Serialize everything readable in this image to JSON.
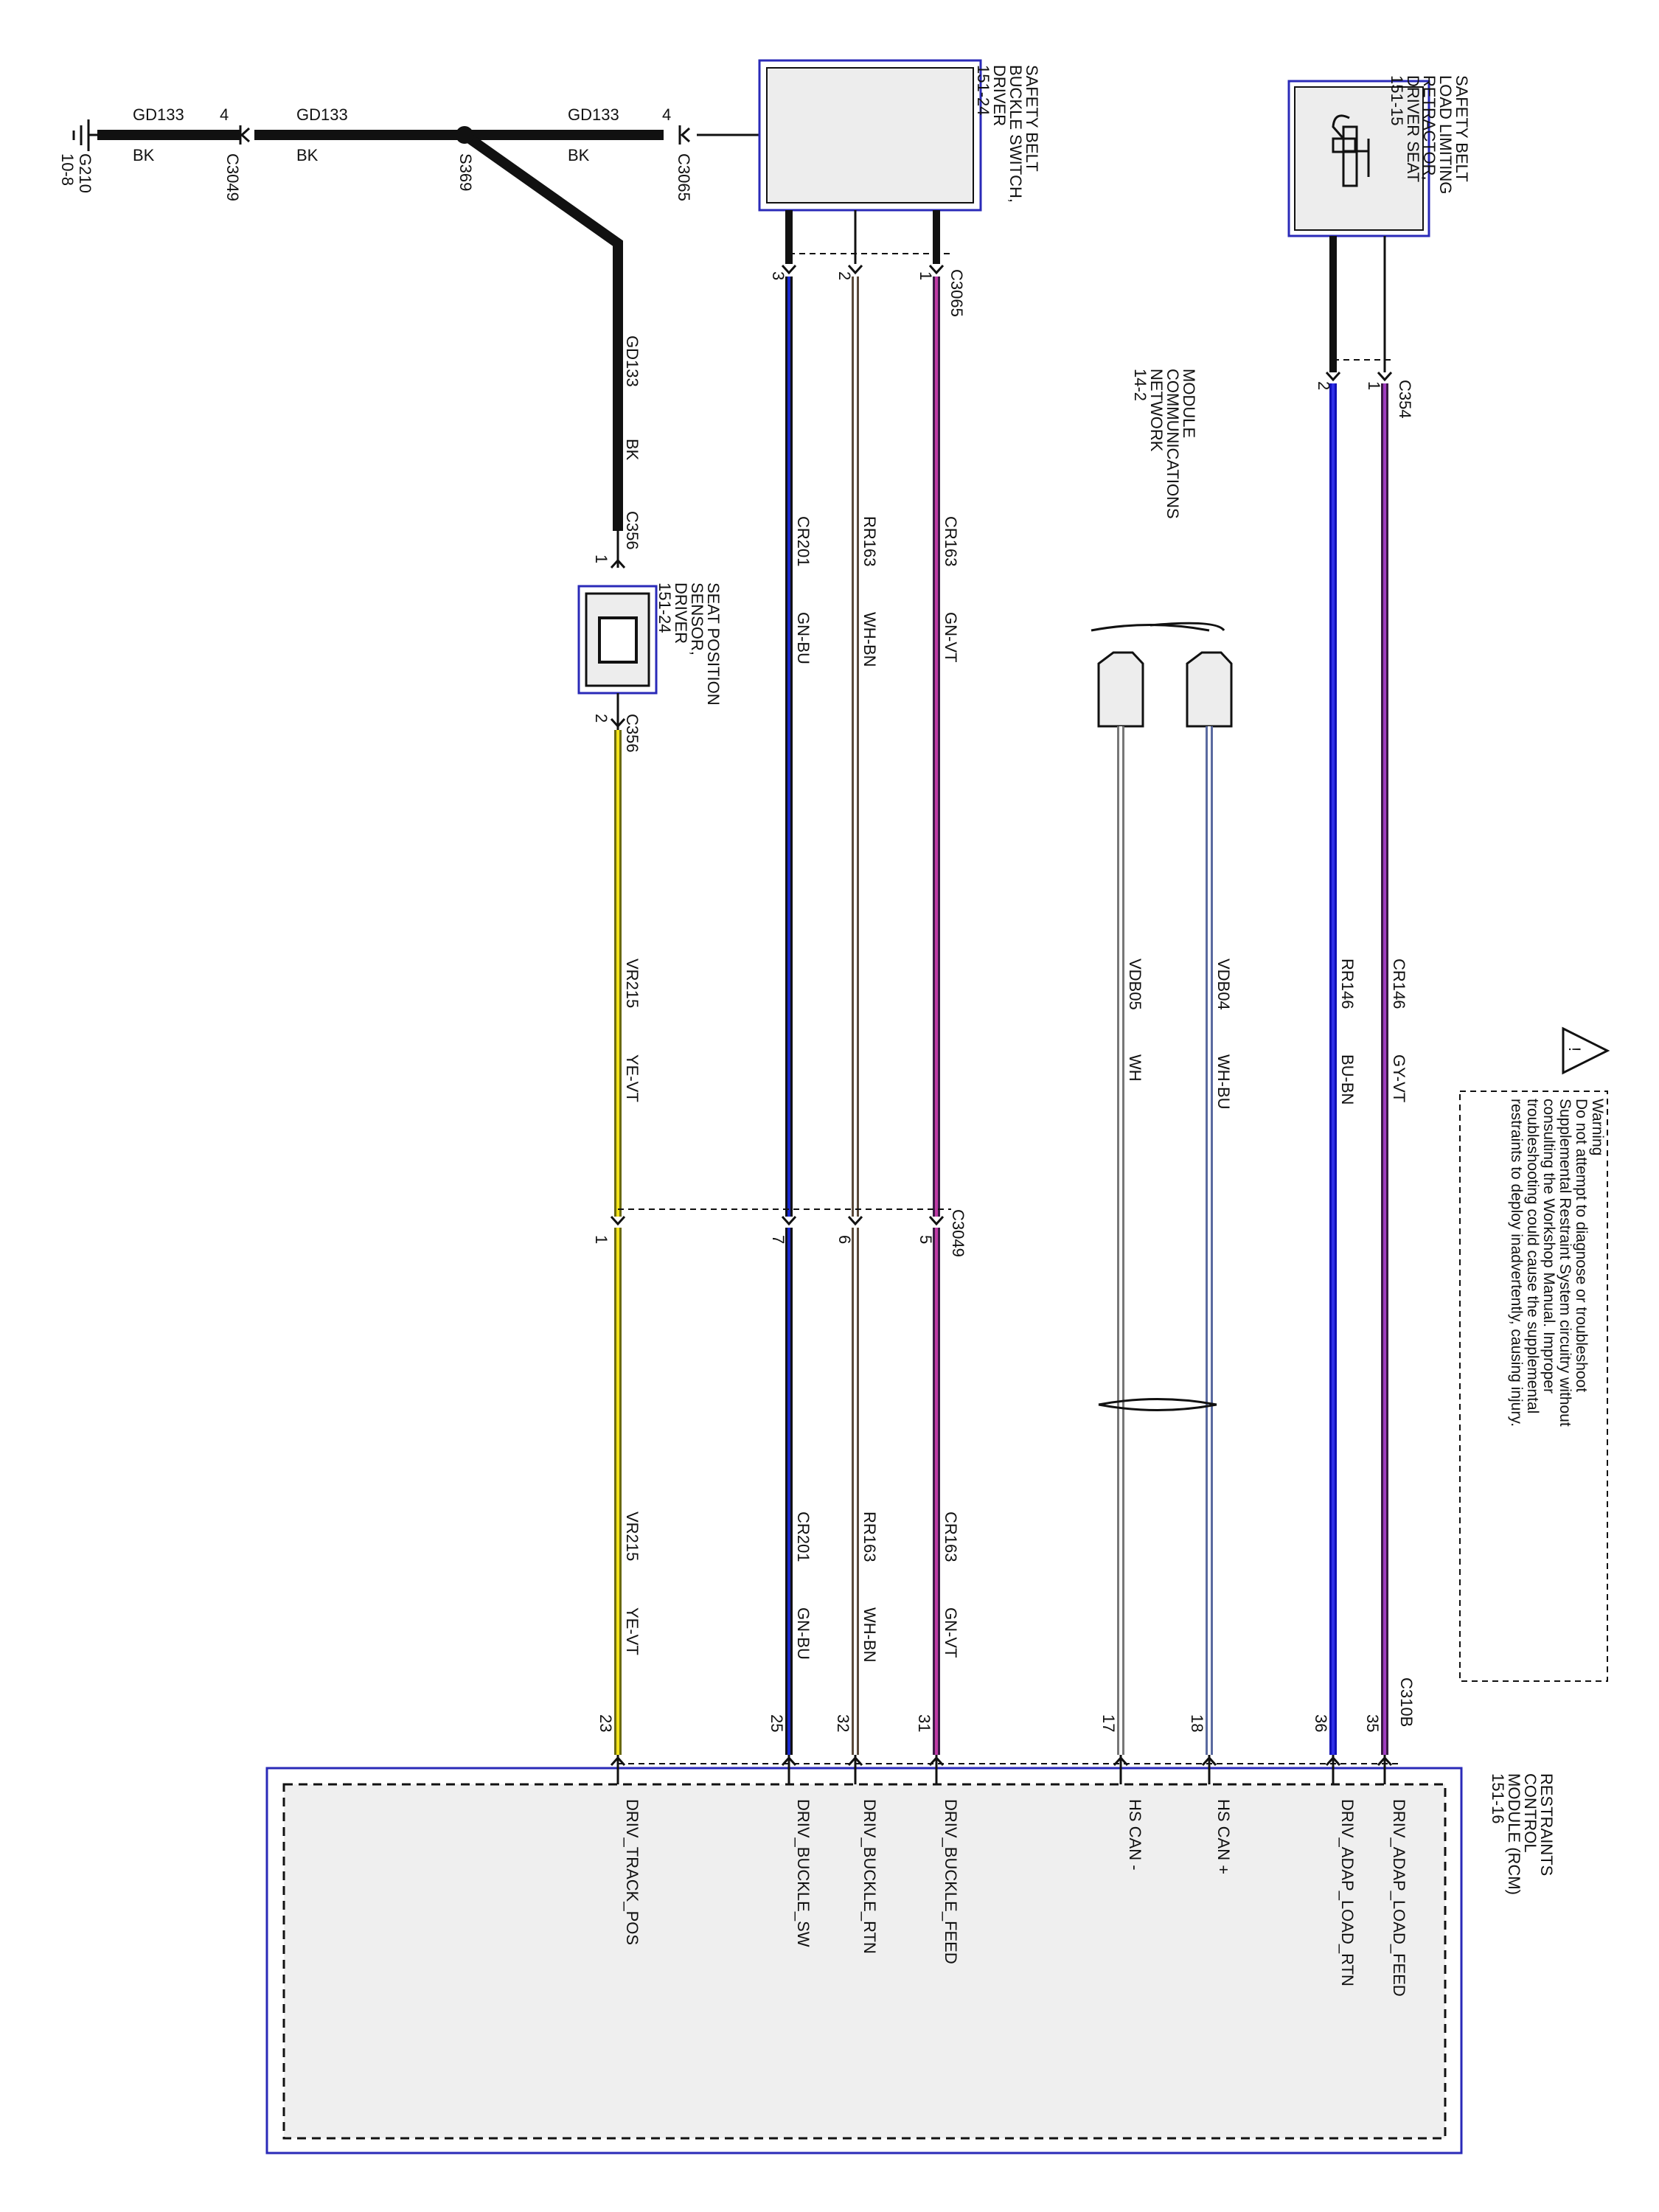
{
  "warning": {
    "symbol": "!",
    "lines": [
      "Warning",
      "Do not attempt to diagnose or troubleshoot",
      "Supplemental Restraint System circuitry without",
      "consulting the Workshop Manual. Improper",
      "troubleshooting could cause the supplemental",
      "restraints to deploy inadvertently, causing injury."
    ]
  },
  "components": {
    "buckle_switch": {
      "lines": [
        "SAFETY BELT",
        "BUCKLE SWITCH,",
        "DRIVER",
        "151-24"
      ]
    },
    "retractor": {
      "lines": [
        "SAFETY BELT",
        "LOAD LIMITING",
        "RETRACTOR,",
        "DRIVER SEAT",
        "151-15"
      ]
    },
    "seat_sensor": {
      "lines": [
        "SEAT POSITION",
        "SENSOR,",
        "DRIVER",
        "151-24"
      ]
    },
    "network": {
      "lines": [
        "MODULE",
        "COMMUNICATIONS",
        "NETWORK",
        "14-2"
      ]
    },
    "rcm": {
      "lines": [
        "RESTRAINTS",
        "CONTROL",
        "MODULE (RCM)",
        "151-16"
      ]
    }
  },
  "ground": {
    "name": "G210",
    "ref": "10-8"
  },
  "splice": "S369",
  "ground_circuit": {
    "circuit": "GD133",
    "color": "BK",
    "connector_c3049": "C3049",
    "connector_c3065": "C3065",
    "connector_c356": "C356",
    "pin": "4",
    "c356_pin1": "1"
  },
  "connectors": {
    "c3065": "C3065",
    "c354": "C354",
    "c356": "C356",
    "c3049": "C3049",
    "c310b": "C310B"
  },
  "wires": [
    {
      "circuit": "CR163",
      "color": "GN-VT",
      "c3065_pin": "1",
      "c3049_pin": "5",
      "rcm_pin": "31",
      "signal": "DRIV_BUCKLE_FEED",
      "stroke": "#3a1a44",
      "trace": "#c03aa6"
    },
    {
      "circuit": "RR163",
      "color": "WH-BN",
      "c3065_pin": "2",
      "c3049_pin": "6",
      "rcm_pin": "32",
      "signal": "DRIV_BUCKLE_RTN",
      "stroke": "#5a4a3a",
      "trace": "#ffffff"
    },
    {
      "circuit": "CR201",
      "color": "GN-BU",
      "c3065_pin": "3",
      "c3049_pin": "7",
      "rcm_pin": "25",
      "signal": "DRIV_BUCKLE_SW",
      "stroke": "#111111",
      "trace": "#1a2ad0"
    },
    {
      "circuit": "VR215",
      "color": "YE-VT",
      "c356_pin": "2",
      "c3049_pin": "1",
      "rcm_pin": "23",
      "signal": "DRIV_TRACK_POS",
      "stroke": "#6b6a10",
      "trace": "#f2e21a"
    },
    {
      "circuit": "CR146",
      "color": "GY-VT",
      "c354_pin": "1",
      "rcm_pin": "35",
      "signal": "DRIV_ADAP_LOAD_FEED",
      "stroke": "#3a1a44",
      "trace": "#a03cc0"
    },
    {
      "circuit": "RR146",
      "color": "BU-BN",
      "c354_pin": "2",
      "rcm_pin": "36",
      "signal": "DRIV_ADAP_LOAD_RTN",
      "stroke": "#1010b8",
      "trace": "#3030e8"
    },
    {
      "circuit": "VDB04",
      "color": "WH-BU",
      "rcm_pin": "18",
      "signal": "HS CAN +",
      "stroke": "#5a6aa0",
      "trace": "#ffffff"
    },
    {
      "circuit": "VDB05",
      "color": "WH",
      "rcm_pin": "17",
      "signal": "HS CAN -",
      "stroke": "#777777",
      "trace": "#ffffff"
    }
  ]
}
